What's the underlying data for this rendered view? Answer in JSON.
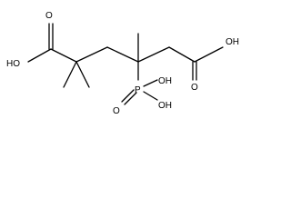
{
  "molecule": {
    "labels": {
      "hydroxyl_left": "HO",
      "oxo_left": "O",
      "hydroxyl_right": "OH",
      "oxo_right": "O",
      "phosphorus": "P",
      "oxo_phosphorus": "O",
      "hydroxyl_p_upper": "OH",
      "hydroxyl_p_lower": "OH"
    }
  }
}
